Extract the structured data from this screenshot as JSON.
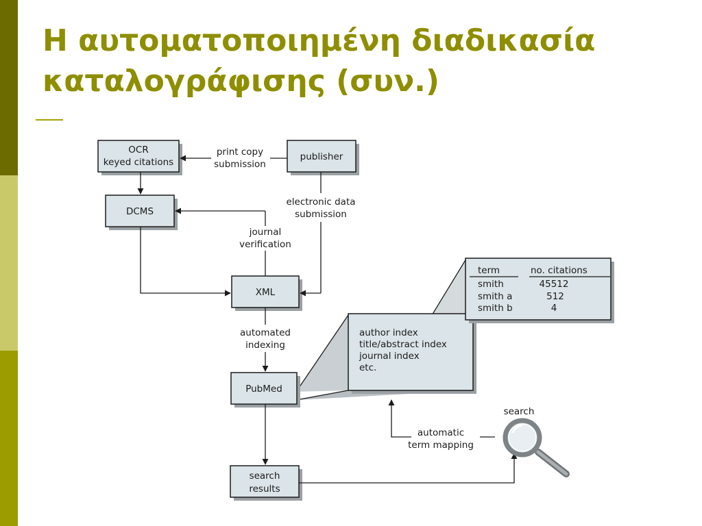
{
  "title_lines": [
    "Η αυτοματοποιημένη διαδικασία",
    "καταλογράφισης (συν.)"
  ],
  "nodes": {
    "ocr": [
      "OCR",
      "keyed citations"
    ],
    "publisher": "publisher",
    "dcms": "DCMS",
    "xml": "XML",
    "pubmed": "PubMed",
    "search_results": [
      "search",
      "results"
    ]
  },
  "edge_labels": {
    "print_copy": [
      "print copy",
      "submission"
    ],
    "electronic": [
      "electronic data",
      "submission"
    ],
    "journal_verification": [
      "journal",
      "verification"
    ],
    "automated_indexing": [
      "automated",
      "indexing"
    ],
    "term_mapping": [
      "automatic",
      "term mapping"
    ],
    "search": "search"
  },
  "index_panel": [
    "author index",
    "title/abstract index",
    "journal index",
    "etc."
  ],
  "citation_table": {
    "headers": [
      "term",
      "no. citations"
    ],
    "rows": [
      [
        "smith",
        "45512"
      ],
      [
        "smith a",
        "512"
      ],
      [
        "smith b",
        "4"
      ]
    ]
  },
  "colors": {
    "title": "#8e8e00",
    "box_fill": "#dbe4e8",
    "sidebar_dark": "#6b6b00",
    "sidebar_light": "#c9c96a",
    "sidebar_mid": "#9c9c00"
  },
  "icons": [
    "magnifier-icon"
  ]
}
